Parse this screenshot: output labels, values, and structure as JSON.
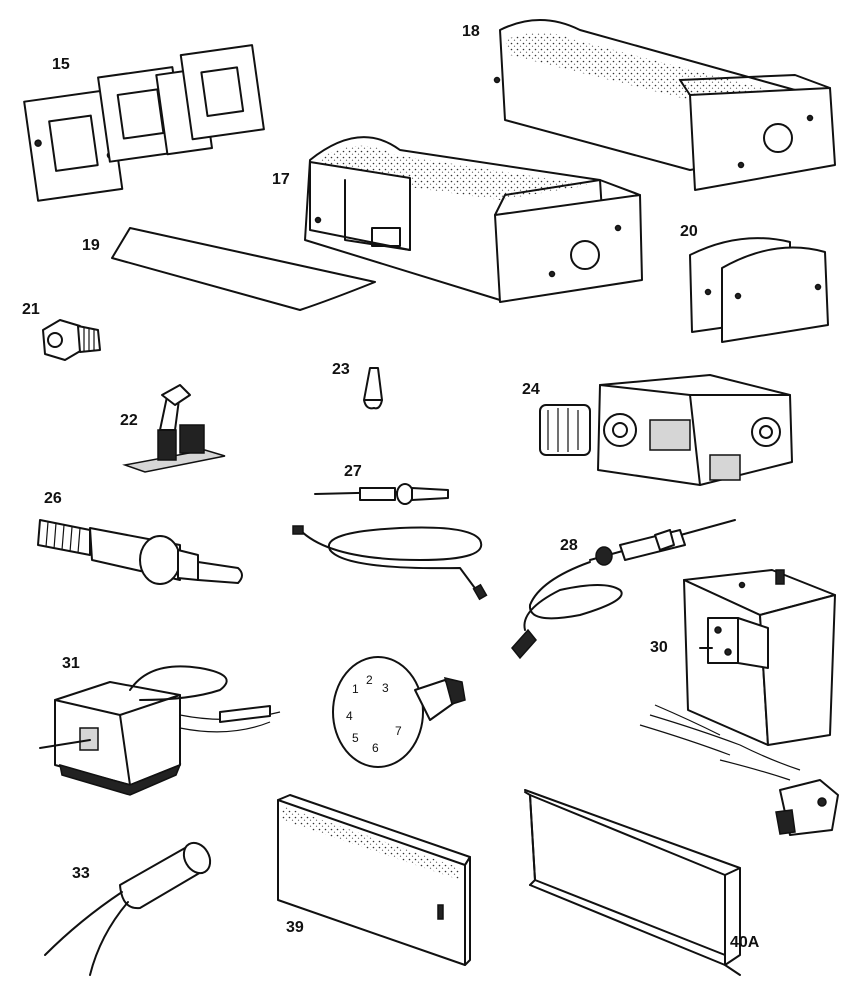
{
  "diagram": {
    "parts": [
      {
        "id": "15",
        "label": "15"
      },
      {
        "id": "17",
        "label": "17"
      },
      {
        "id": "18",
        "label": "18"
      },
      {
        "id": "19",
        "label": "19"
      },
      {
        "id": "20",
        "label": "20"
      },
      {
        "id": "21",
        "label": "21"
      },
      {
        "id": "22",
        "label": "22"
      },
      {
        "id": "23",
        "label": "23"
      },
      {
        "id": "24",
        "label": "24"
      },
      {
        "id": "26",
        "label": "26"
      },
      {
        "id": "27",
        "label": "27"
      },
      {
        "id": "28",
        "label": "28"
      },
      {
        "id": "30",
        "label": "30"
      },
      {
        "id": "31",
        "label": "31"
      },
      {
        "id": "33",
        "label": "33"
      },
      {
        "id": "39",
        "label": "39"
      },
      {
        "id": "40A",
        "label": "40A"
      }
    ],
    "knob_numbers": [
      "1",
      "2",
      "3",
      "4",
      "5",
      "6",
      "7"
    ]
  }
}
